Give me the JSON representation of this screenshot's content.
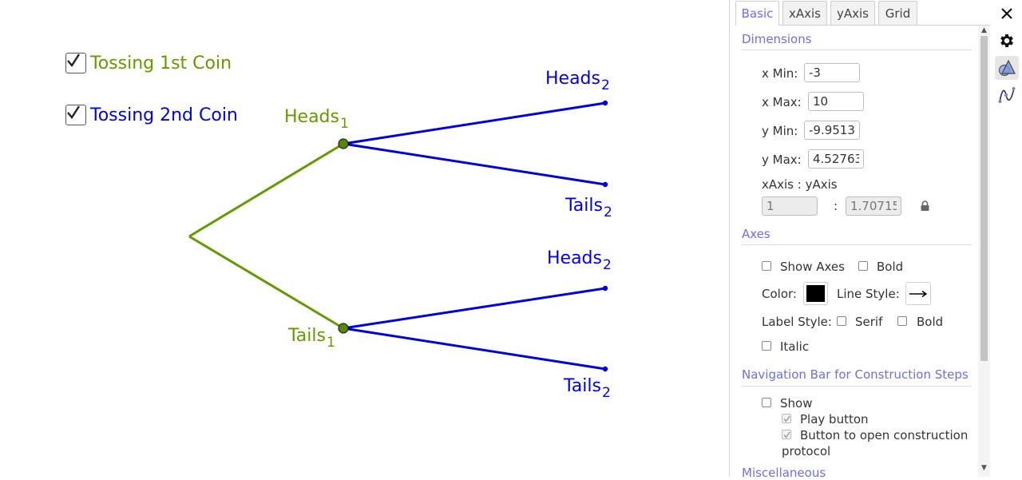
{
  "graphics": {
    "checkbox1": {
      "label": "Tossing 1st Coin",
      "checked": true,
      "color": "#669900"
    },
    "checkbox2": {
      "label": "Tossing 2nd Coin",
      "checked": true,
      "color": "#0000ee"
    },
    "labels": {
      "heads1": {
        "text": "Heads",
        "sub": "1"
      },
      "tails1": {
        "text": "Tails",
        "sub": "1"
      },
      "heads2_top": {
        "text": "Heads",
        "sub": "2"
      },
      "tails2_top": {
        "text": "Tails",
        "sub": "2"
      },
      "heads2_bottom": {
        "text": "Heads",
        "sub": "2"
      },
      "tails2_bottom": {
        "text": "Tails",
        "sub": "2"
      }
    },
    "colors": {
      "first_stage": "#669900",
      "second_stage": "#0000dd",
      "node_fill": "#558800"
    }
  },
  "properties": {
    "tabs": [
      "Basic",
      "xAxis",
      "yAxis",
      "Grid"
    ],
    "active_tab": "Basic",
    "dimensions": {
      "title": "Dimensions",
      "xmin_label": "x Min:",
      "xmin": "-3",
      "xmax_label": "x Max:",
      "xmax": "10",
      "ymin_label": "y Min:",
      "ymin": "-9.95133",
      "ymax_label": "y Max:",
      "ymax": "4.52763",
      "ratio_label": "xAxis : yAxis",
      "ratio_x": "1",
      "ratio_sep": ":",
      "ratio_y": "1.70715"
    },
    "axes": {
      "title": "Axes",
      "show_axes": "Show Axes",
      "show_axes_checked": false,
      "bold": "Bold",
      "bold_checked": false,
      "color_label": "Color:",
      "color": "#000000",
      "line_style_label": "Line Style:",
      "label_style_label": "Label Style:",
      "serif": "Serif",
      "serif_checked": false,
      "bold2": "Bold",
      "bold2_checked": false,
      "italic": "Italic",
      "italic_checked": false
    },
    "navigation": {
      "title": "Navigation Bar for Construction Steps",
      "show": "Show",
      "show_checked": false,
      "play_button": "Play button",
      "play_checked": true,
      "open_protocol": "Button to open construction",
      "open_protocol_2": "protocol",
      "open_checked": true
    },
    "misc": {
      "title": "Miscellaneous"
    },
    "accent_color": "#6e6ee8"
  },
  "toolbar": {
    "close": "close-icon",
    "settings": "gear-icon",
    "graphics": "graphics-view-icon",
    "algebra": "function-graph-icon"
  }
}
